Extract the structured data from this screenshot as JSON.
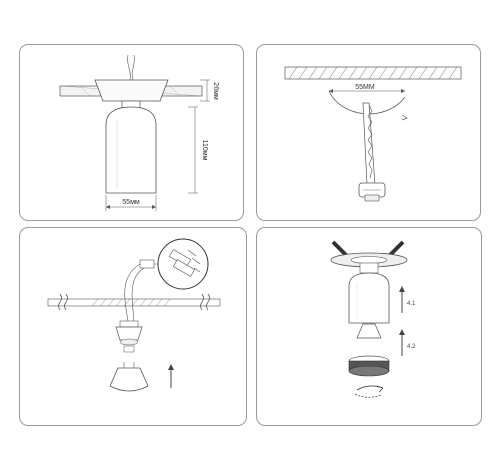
{
  "panels": [
    {
      "id": "dimensions",
      "labels": {
        "height_small": "26мм",
        "height_body": "110мм",
        "width": "55мм"
      }
    },
    {
      "id": "cut-hole",
      "labels": {
        "hole_diameter": "55ММ"
      }
    },
    {
      "id": "wiring",
      "labels": {}
    },
    {
      "id": "mounting",
      "labels": {
        "step_1": "4.1",
        "step_2": "4.2"
      }
    }
  ]
}
